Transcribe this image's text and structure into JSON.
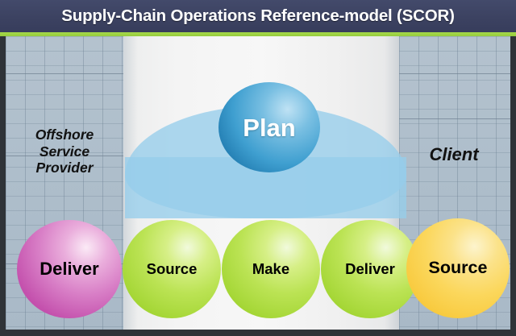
{
  "header": {
    "title": "Supply-Chain Operations Reference-model (SCOR)",
    "bar_color": "#3c4261",
    "accent_rule_color": "#9bd043"
  },
  "diagram": {
    "frame_border_color": "#2f3338",
    "left_panel_label": {
      "text": "Offshore\nService\nProvider",
      "line1": "Offshore",
      "line2": "Service",
      "line3": "Provider"
    },
    "right_panel_label": {
      "text": "Client"
    },
    "umbrella": {
      "name": "plan-umbrella-ellipse",
      "color": "#96cdeb"
    },
    "nodes": [
      {
        "id": "plan",
        "label": "Plan",
        "color": "#3f9fd0",
        "text_color": "#ffffff",
        "role": "planning-sphere"
      },
      {
        "id": "deliver-offshore",
        "label": "Deliver",
        "color": "#c451ad",
        "text_color": "#000000",
        "role": "offshore-deliver-sphere"
      },
      {
        "id": "source-1",
        "label": "Source",
        "color": "#a4d635",
        "text_color": "#000000",
        "role": "source-sphere"
      },
      {
        "id": "make",
        "label": "Make",
        "color": "#a4d635",
        "text_color": "#000000",
        "role": "make-sphere"
      },
      {
        "id": "deliver-2",
        "label": "Deliver",
        "color": "#a4d635",
        "text_color": "#000000",
        "role": "deliver-sphere"
      },
      {
        "id": "source-client",
        "label": "Source",
        "color": "#f8c93c",
        "text_color": "#000000",
        "role": "client-source-sphere"
      }
    ]
  }
}
